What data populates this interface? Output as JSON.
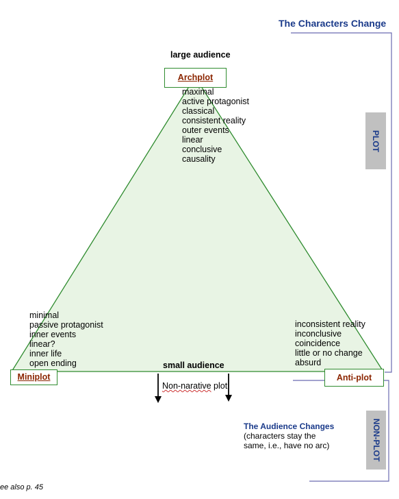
{
  "top_heading": "The Characters Change",
  "audience_top": "large audience",
  "audience_bottom": "small audience",
  "archplot": {
    "label": "Archplot",
    "traits": [
      "maximal",
      "active protagonist",
      "classical",
      "consistent reality",
      "outer events",
      "linear",
      "conclusive",
      "causality"
    ]
  },
  "miniplot": {
    "label": "Miniplot",
    "traits": [
      "minimal",
      "passive protagonist",
      "inner events",
      "linear?",
      "inner life",
      "open ending"
    ]
  },
  "antiplot": {
    "label": "Anti-plot",
    "traits": [
      "inconsistent reality",
      "inconclusive",
      "coincidence",
      "little or no change",
      "absurd"
    ]
  },
  "non_narrative": {
    "prefix": "Non-narative",
    "suffix": " plot"
  },
  "side_tabs": {
    "plot": "PLOT",
    "nonplot": "NON-PLOT"
  },
  "audience_changes": {
    "heading": "The Audience Changes",
    "line1": "(characters stay the",
    "line2": "same, i.e., have no arc)"
  },
  "footnote": "ee also p. 45",
  "colors": {
    "triangle_fill": "#e8f4e4",
    "triangle_stroke": "#2e8b2e",
    "heading_blue": "#1a3a8a",
    "bracket": "#6a6ab0",
    "label_red": "#8b2500",
    "tab_gray": "#c0c0c0"
  }
}
